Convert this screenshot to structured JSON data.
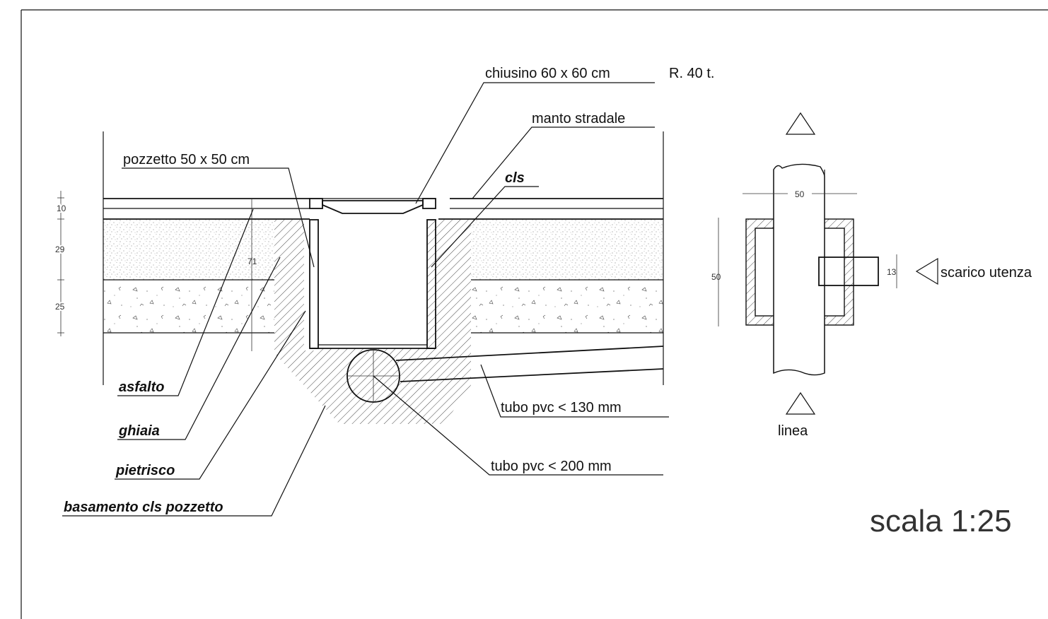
{
  "labels": {
    "chiusino": "chiusino  60 x 60 cm",
    "resistenza": "R. 40 t.",
    "manto": "manto stradale",
    "pozzetto": "pozzetto 50 x 50 cm",
    "cls": "cls",
    "asfalto": "asfalto",
    "ghiaia": "ghiaia",
    "pietrisco": "pietrisco",
    "basamento": "basamento cls pozzetto",
    "tubo130": "tubo pvc <  130 mm",
    "tubo200": "tubo pvc <  200 mm",
    "linea": "linea",
    "scarico": "scarico utenza",
    "scala": "scala   1:25"
  },
  "dimensions": {
    "d10": "10",
    "d29": "29",
    "d25": "25",
    "d71": "71",
    "d50_top": "50",
    "d50_side": "50",
    "d13": "13"
  },
  "colors": {
    "line": "#111111",
    "hatch": "#333333",
    "background": "#ffffff"
  }
}
